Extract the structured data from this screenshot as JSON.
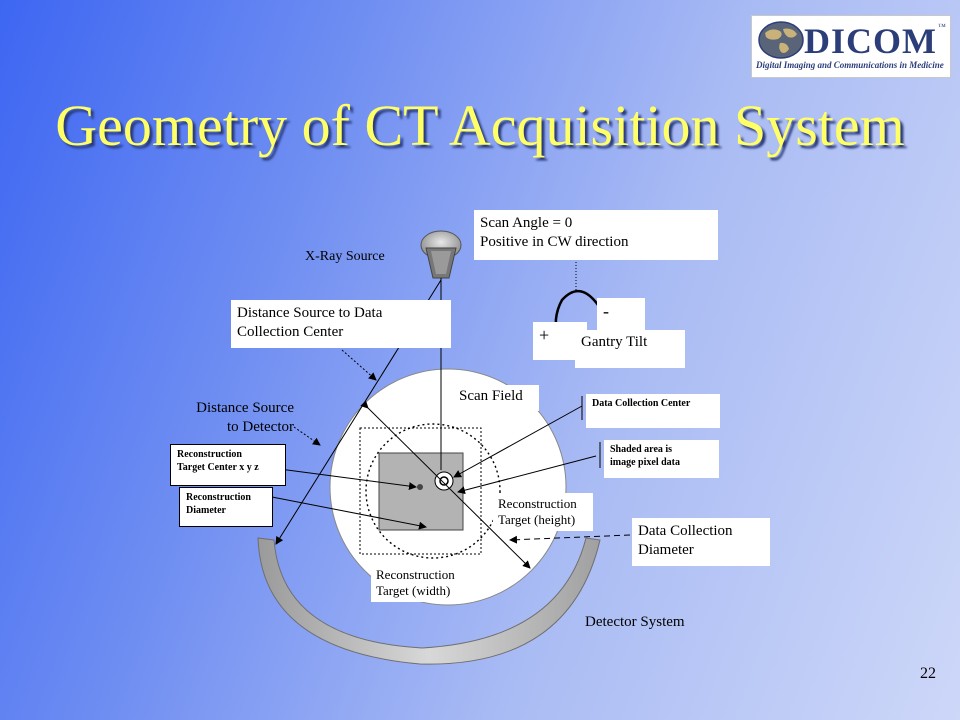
{
  "slide": {
    "title": "Geometry of CT Acquisition System",
    "page_number": "22",
    "background_colors": [
      "#3d66f2",
      "#cdd7f8"
    ],
    "title_color": "#ffff66"
  },
  "logo": {
    "icon": "globe-icon",
    "wordmark": "DICOM",
    "trademark": "™",
    "tagline": "Digital Imaging and Communications in Medicine"
  },
  "diagram": {
    "labels": {
      "x_ray_source": "X-Ray Source",
      "scan_angle_line1": "Scan Angle = 0",
      "scan_angle_line2": "Positive in CW direction",
      "distance_source_to_center_line1": "Distance Source to Data",
      "distance_source_to_center_line2": "Collection Center",
      "plus_sign": "+",
      "minus_sign": "-",
      "gantry_tilt": "Gantry Tilt",
      "scan_field": "Scan Field",
      "distance_source_to_detector_line1": "Distance Source",
      "distance_source_to_detector_line2": "to Detector",
      "data_collection_center": "Data Collection Center",
      "shaded_area_line1": "Shaded area is",
      "shaded_area_line2": "image pixel data",
      "reconstruction_target_center_line1": "Reconstruction",
      "reconstruction_target_center_line2": "Target Center x y z",
      "reconstruction_diameter_line1": "Reconstruction",
      "reconstruction_diameter_line2": "Diameter",
      "reconstruction_target_height_line1": "Reconstruction",
      "reconstruction_target_height_line2": "Target (height)",
      "data_collection_diameter_line1": "Data Collection",
      "data_collection_diameter_line2": "Diameter",
      "reconstruction_target_width_line1": "Reconstruction",
      "reconstruction_target_width_line2": "Target (width)",
      "detector_system": "Detector System"
    }
  }
}
